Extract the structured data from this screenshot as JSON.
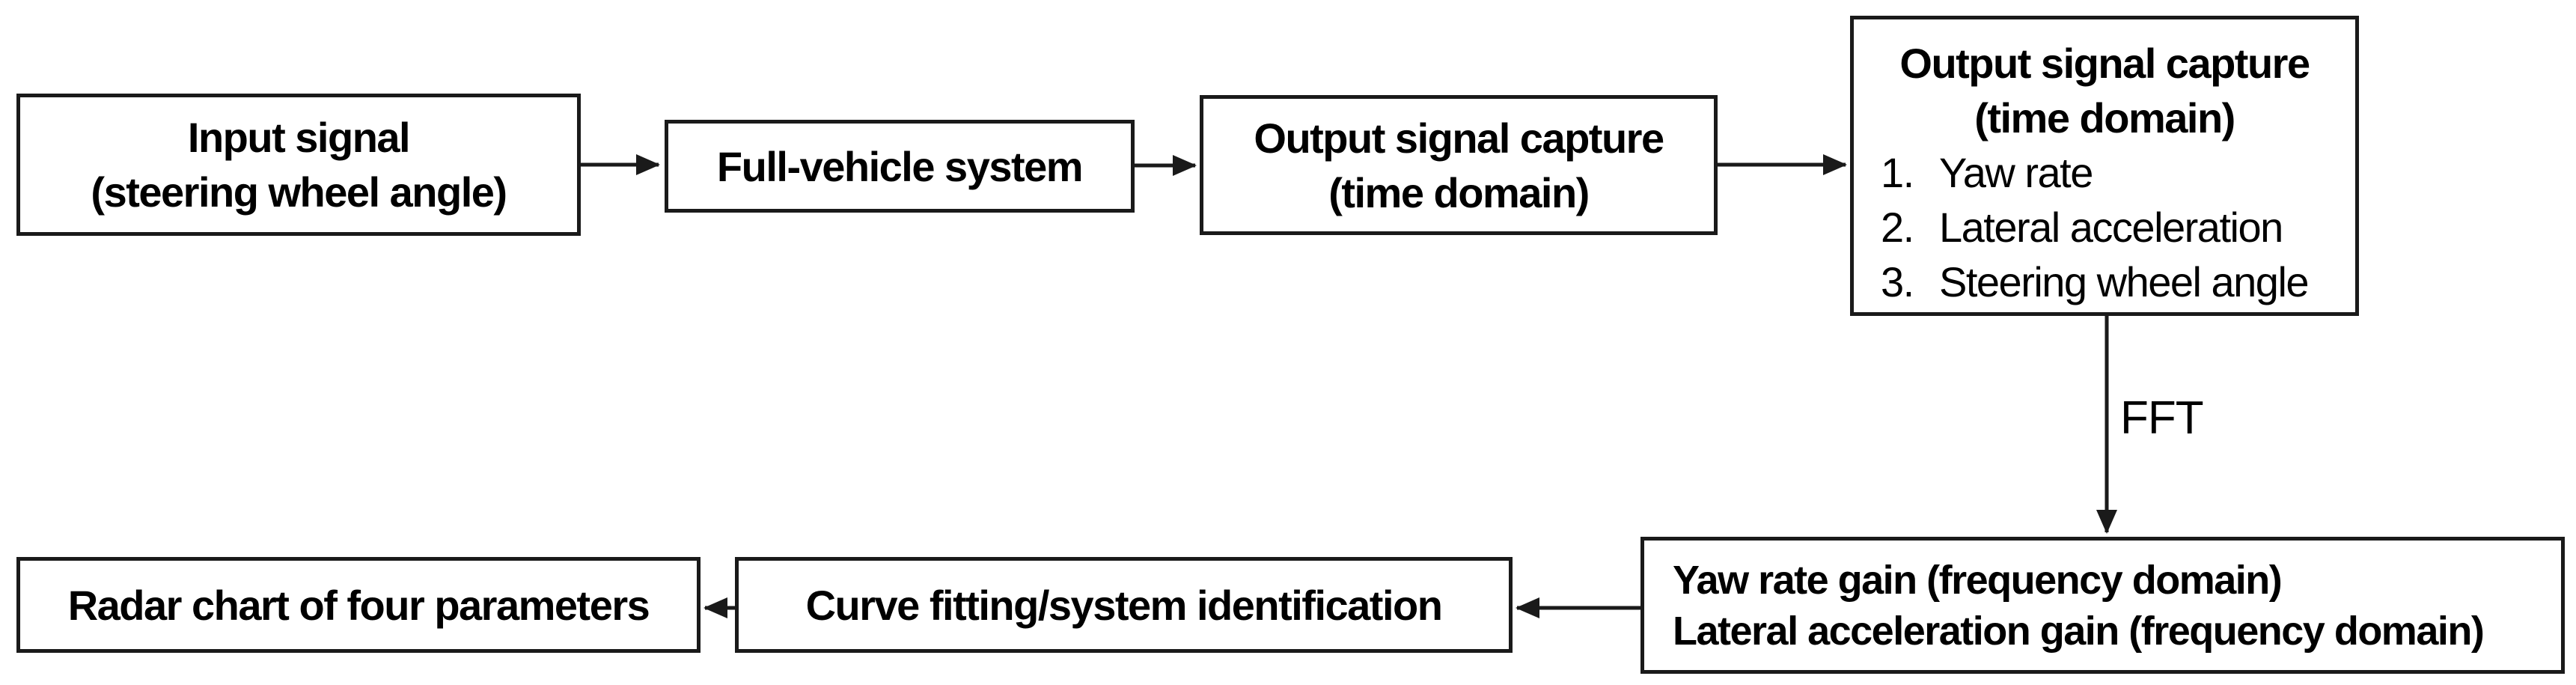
{
  "diagram": {
    "boxes": {
      "input_signal": {
        "line1": "Input signal",
        "line2": "(steering wheel angle)"
      },
      "full_vehicle": {
        "label": "Full-vehicle system"
      },
      "output_capture_time": {
        "line1": "Output signal capture",
        "line2": "(time domain)"
      },
      "output_capture_list": {
        "title_line1": "Output signal capture",
        "title_line2": "(time domain)",
        "items": [
          {
            "num": "1.",
            "text": "Yaw rate"
          },
          {
            "num": "2.",
            "text": "Lateral acceleration"
          },
          {
            "num": "3.",
            "text": "Steering wheel angle"
          }
        ]
      },
      "gains_frequency": {
        "line1": "Yaw rate gain (frequency domain)",
        "line2": "Lateral acceleration gain (frequency domain)"
      },
      "curve_fitting": {
        "label": "Curve fitting/system identification"
      },
      "radar_chart": {
        "label": "Radar chart of four parameters"
      }
    },
    "arrow_labels": {
      "fft": "FFT"
    },
    "colors": {
      "background": "#ffffff",
      "box_border": "#1a1a1a",
      "text": "#000000",
      "arrow": "#1a1a1a"
    }
  }
}
